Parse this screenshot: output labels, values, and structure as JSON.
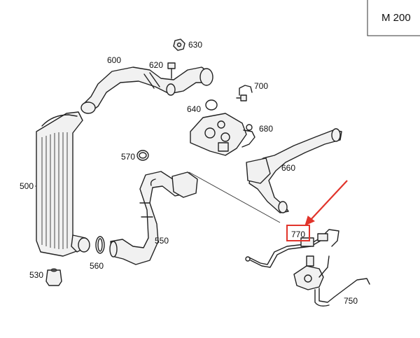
{
  "engine": "M 200",
  "parts": {
    "p500": "500",
    "p530": "530",
    "p550": "550",
    "p560": "560",
    "p570": "570",
    "p600": "600",
    "p620": "620",
    "p630": "630",
    "p640": "640",
    "p660": "660",
    "p680": "680",
    "p700": "700",
    "p750": "750",
    "p770": "770"
  },
  "highlighted_part": "770",
  "highlight_color": "#e1342b"
}
